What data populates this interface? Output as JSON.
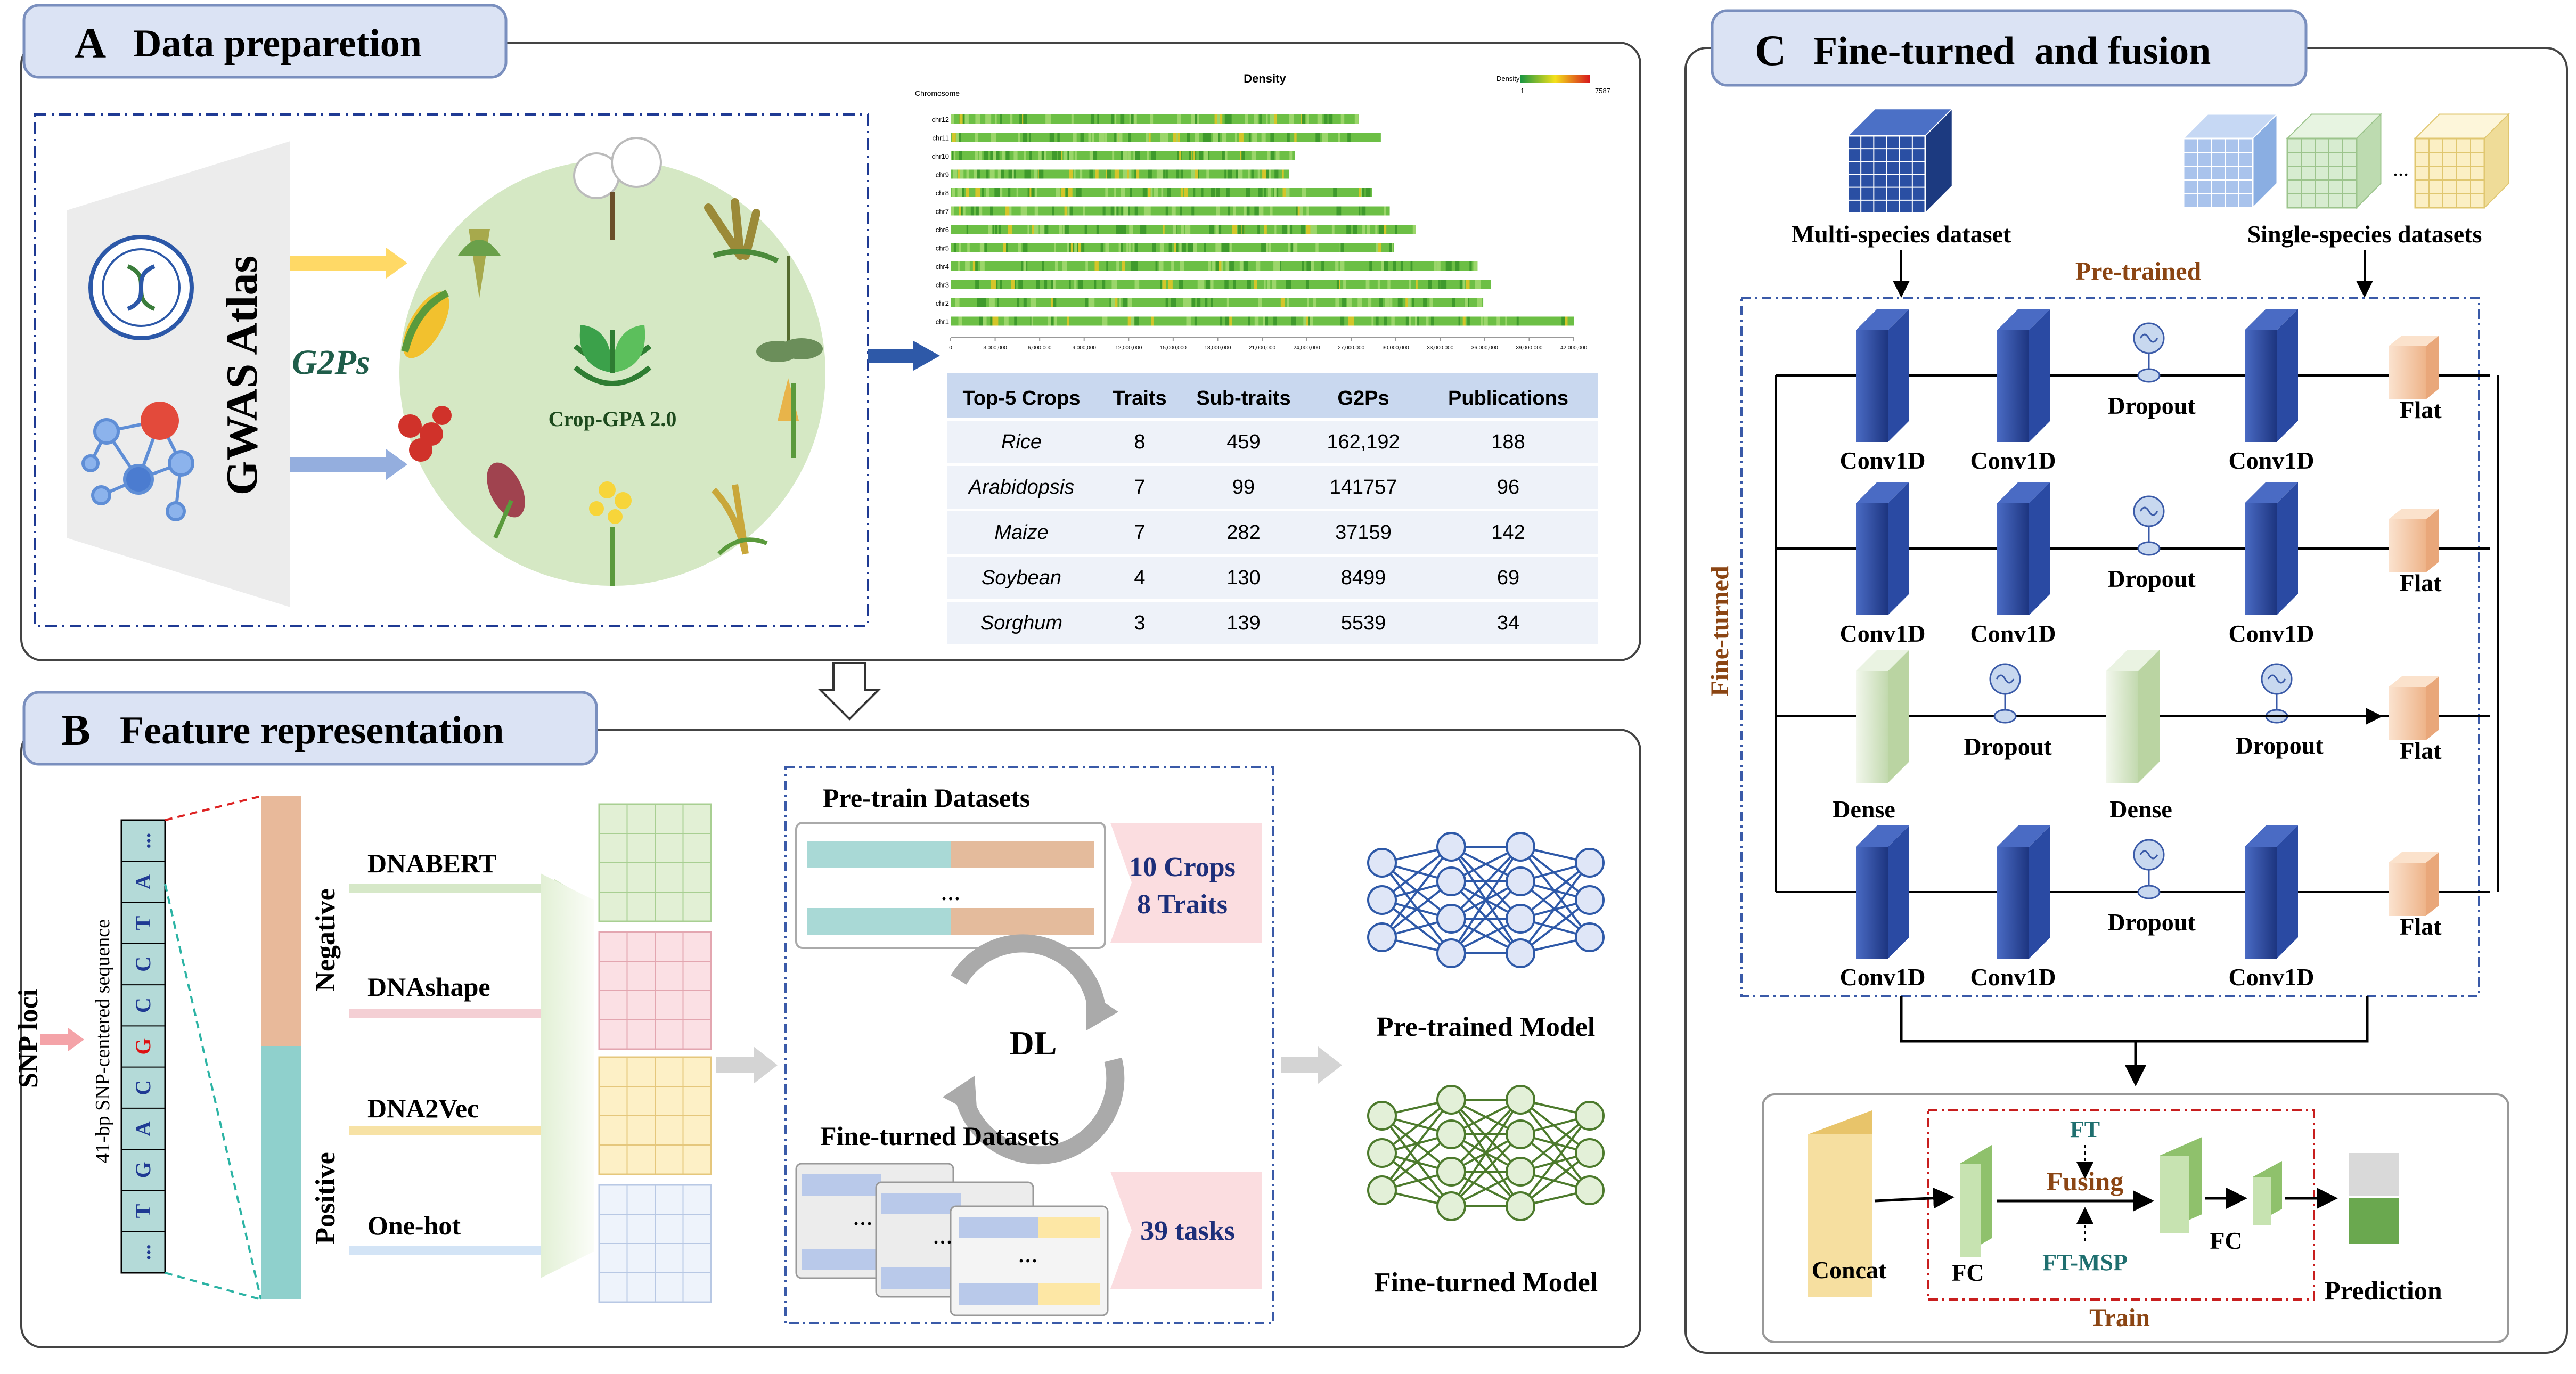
{
  "panel_a": {
    "letter": "A",
    "title": "Data preparetion",
    "atlas_title": "GWAS Atlas",
    "g2ps_label": "G2Ps",
    "circle_label": "Crop-GPA 2.0",
    "density": {
      "title": "Density",
      "axis_caption": "Chromosome",
      "legend_label": "Density",
      "legend_min": "1",
      "legend_max": "7587",
      "chromosomes": [
        {
          "name": "chr12",
          "length": 27.5
        },
        {
          "name": "chr11",
          "length": 29.0
        },
        {
          "name": "chr10",
          "length": 23.2
        },
        {
          "name": "chr9",
          "length": 22.8
        },
        {
          "name": "chr8",
          "length": 28.4
        },
        {
          "name": "chr7",
          "length": 29.6
        },
        {
          "name": "chr6",
          "length": 31.2
        },
        {
          "name": "chr5",
          "length": 29.9
        },
        {
          "name": "chr4",
          "length": 35.5
        },
        {
          "name": "chr3",
          "length": 36.4
        },
        {
          "name": "chr2",
          "length": 35.9
        },
        {
          "name": "chr1",
          "length": 43.3
        }
      ],
      "x_ticks": [
        "0",
        "3,000,000",
        "6,000,000",
        "9,000,000",
        "12,000,000",
        "15,000,000",
        "18,000,000",
        "21,000,000",
        "24,000,000",
        "27,000,000",
        "30,000,000",
        "33,000,000",
        "36,000,000",
        "39,000,000",
        "42,000,000"
      ]
    },
    "table": {
      "headers": [
        "Top-5 Crops",
        "Traits",
        "Sub-traits",
        "G2Ps",
        "Publications"
      ],
      "rows": [
        [
          "Rice",
          "8",
          "459",
          "162,192",
          "188"
        ],
        [
          "Arabidopsis",
          "7",
          "99",
          "141757",
          "96"
        ],
        [
          "Maize",
          "7",
          "282",
          "37159",
          "142"
        ],
        [
          "Soybean",
          "4",
          "130",
          "8499",
          "69"
        ],
        [
          "Sorghum",
          "3",
          "139",
          "5539",
          "34"
        ]
      ]
    }
  },
  "panel_b": {
    "letter": "B",
    "title": "Feature representation",
    "snp_label": "SNP loci",
    "sequence_caption": "41-bp SNP-centered sequence",
    "sequence": [
      "...",
      "T",
      "G",
      "A",
      "C",
      "G",
      "C",
      "C",
      "T",
      "A",
      "..."
    ],
    "negative_label": "Negative",
    "positive_label": "Positive",
    "encoders": [
      "DNABERT",
      "DNAshape",
      "DNA2Vec",
      "One-hot"
    ],
    "pretrain_title": "Pre-train Datasets",
    "pretrain_badge_line1": "10 Crops",
    "pretrain_badge_line2": "8 Traits",
    "ellipsis": "...",
    "dl_label": "DL",
    "finetune_title": "Fine-turned Datasets",
    "finetune_badge": "39 tasks",
    "pretrained_model": "Pre-trained Model",
    "finetuned_model": "Fine-turned Model"
  },
  "panel_c": {
    "letter": "C",
    "title": "Fine-turned  and fusion",
    "multi_dataset": "Multi-species dataset",
    "single_dataset": "Single-species datasets",
    "cube_ellipsis": "...",
    "pretrained": "Pre-trained",
    "finetuned": "Fine-turned",
    "rows": [
      {
        "layers": [
          "Conv1D",
          "Conv1D",
          "Conv1D"
        ],
        "dropout": "Dropout",
        "end": "Flat"
      },
      {
        "layers": [
          "Conv1D",
          "Conv1D",
          "Conv1D"
        ],
        "dropout": "Dropout",
        "end": "Flat"
      },
      {
        "layers": [
          "Dense",
          "Dense"
        ],
        "dropouts": [
          "Dropout",
          "Dropout"
        ],
        "end": "Flat"
      },
      {
        "layers": [
          "Conv1D",
          "Conv1D",
          "Conv1D"
        ],
        "dropout": "Dropout",
        "end": "Flat"
      }
    ],
    "fusion": {
      "concat": "Concat",
      "fc1": "FC",
      "ft": "FT",
      "fusing": "Fusing",
      "ftmsp": "FT-MSP",
      "fc2": "FC",
      "train": "Train",
      "prediction": "Prediction"
    }
  },
  "colors": {
    "header_fill": "#dbe3f4",
    "header_stroke": "#8ea3d0",
    "dark_blue": "#1f3a93",
    "conv_blue": "#2e4ea1",
    "dense_green": "#dbe9cf",
    "flat_peach": "#f6c9a4",
    "title_brown": "#8b4513",
    "table_head": "#c9d8ef",
    "table_row": "#eef2f9",
    "circle_green": "#d5e8c4"
  }
}
